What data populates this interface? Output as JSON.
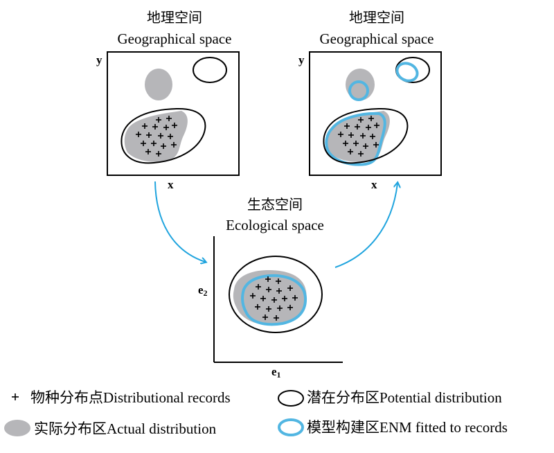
{
  "panels": {
    "geo_left": {
      "title_cn": "地理空间",
      "title_en": "Geographical space",
      "y_label": "y",
      "x_label": "x"
    },
    "geo_right": {
      "title_cn": "地理空间",
      "title_en": "Geographical space",
      "y_label": "y",
      "x_label": "x"
    },
    "eco": {
      "title_cn": "生态空间",
      "title_en": "Ecological space",
      "y_label": "e",
      "y_sub": "2",
      "x_label": "e",
      "x_sub": "1"
    }
  },
  "legend": {
    "records": "物种分布点Distributional records",
    "potential": "潜在分布区Potential distribution",
    "actual": "实际分布区Actual distribution",
    "enm": "模型构建区ENM fitted to records"
  },
  "colors": {
    "actual_fill": "#b6b6b9",
    "enm_stroke": "#52b6e2",
    "arrow": "#1fa4de",
    "outline": "#000000"
  }
}
